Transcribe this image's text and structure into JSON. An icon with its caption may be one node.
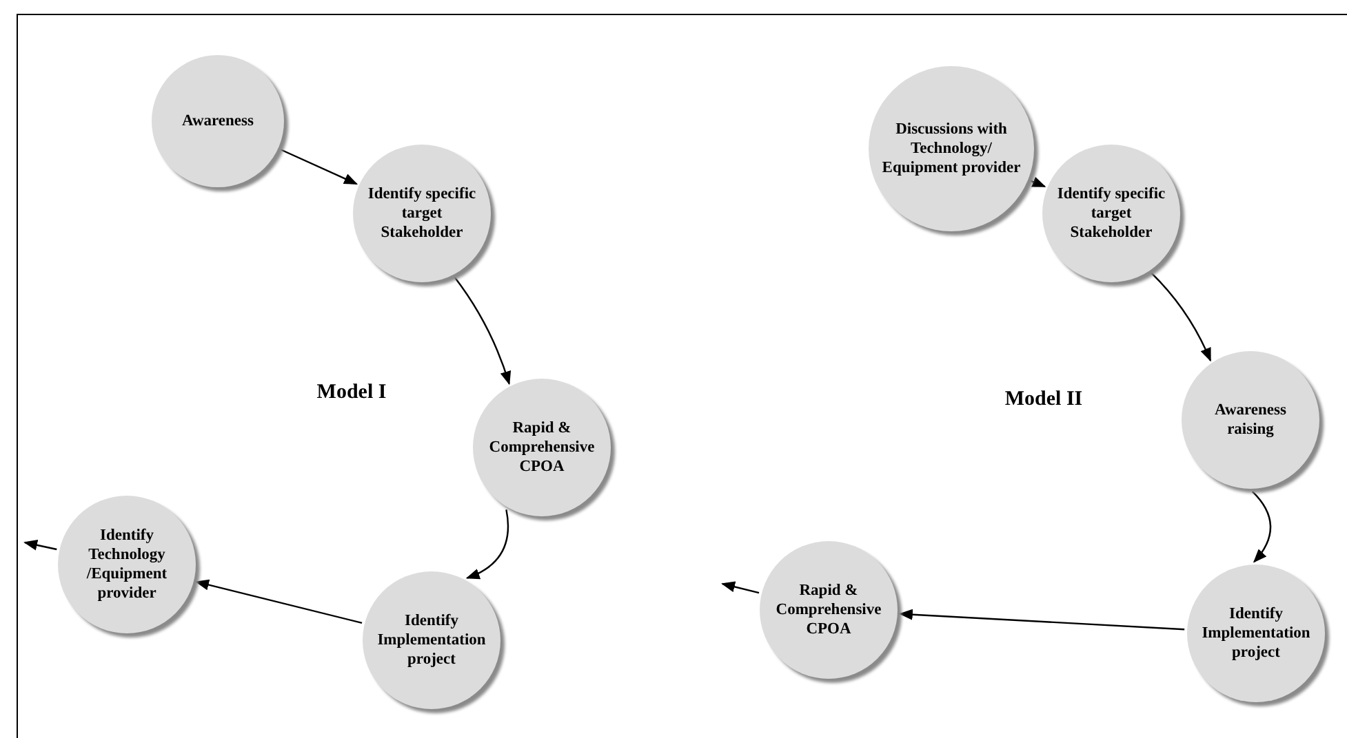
{
  "diagram": {
    "nodes": [
      {
        "text": [
          "Awareness"
        ]
      },
      {
        "text": [
          "Identify specific target Stakeholder"
        ]
      },
      {
        "text": [
          "Rapid & Comprehensive CPOA"
        ]
      },
      {
        "text": [
          "Identify Implementation project"
        ]
      },
      {
        "text": [
          "Identify Technology /Equipment provider"
        ]
      },
      {
        "text": [
          "Discussions with Technology/ Equipment provider"
        ]
      },
      {
        "text": [
          "Identify specific target Stakeholder"
        ]
      },
      {
        "text": [
          "Awareness raising"
        ]
      },
      {
        "text": [
          "Identify Implementation project"
        ]
      },
      {
        "text": [
          "Rapid & Comprehensive CPOA"
        ]
      }
    ],
    "edges": [
      {
        "from": 0,
        "to": 1,
        "arrow": "to"
      },
      {
        "from": 1,
        "to": 2,
        "arrow": "to"
      },
      {
        "from": 2,
        "to": 3,
        "arrow": "to"
      },
      {
        "from": 3,
        "to": 4,
        "arrow": "to"
      },
      {
        "from": 4,
        "to": null,
        "arrow": "to"
      },
      {
        "from": 5,
        "to": 6,
        "arrow": "to"
      },
      {
        "from": 6,
        "to": 7,
        "arrow": "to"
      },
      {
        "from": 7,
        "to": 8,
        "arrow": "to"
      },
      {
        "from": 8,
        "to": 9,
        "arrow": "to"
      },
      {
        "from": 9,
        "to": null,
        "arrow": "to"
      }
    ],
    "labels": [
      "Model I",
      "Model II"
    ]
  }
}
